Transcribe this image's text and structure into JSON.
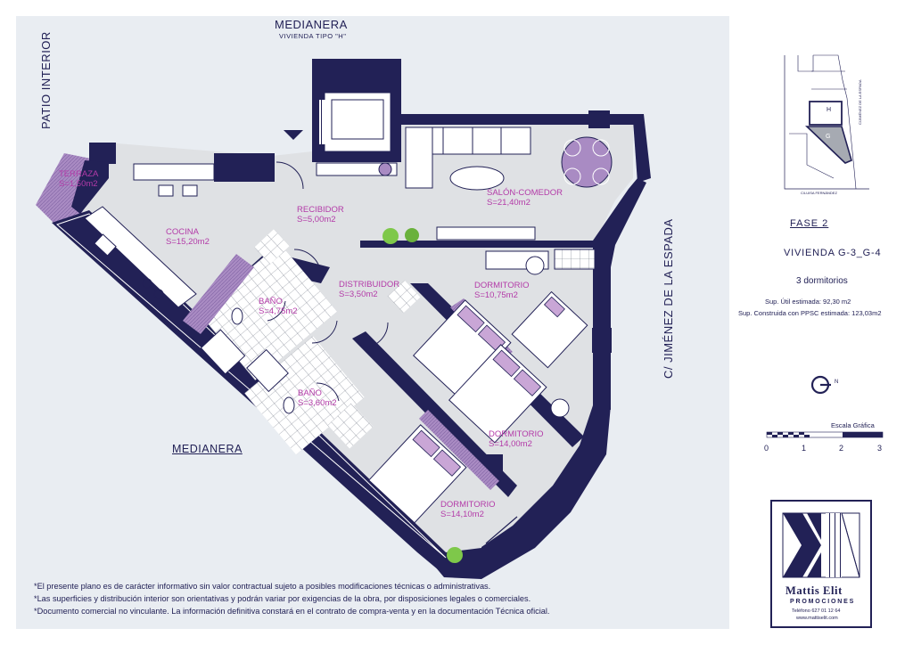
{
  "labels": {
    "medianera_top": "MEDIANERA",
    "vivienda_tipo": "VIVIENDA TIPO \"H\"",
    "patio_interior": "PATIO INTERIOR",
    "street": "C/ JIMÉNEZ DE LA ESPADA",
    "medianera_bottom": "MEDIANERA"
  },
  "rooms": [
    {
      "name": "TERRAZA",
      "area": "S=1,50m2"
    },
    {
      "name": "COCINA",
      "area": "S=15,20m2"
    },
    {
      "name": "RECIBIDOR",
      "area": "S=5,00m2"
    },
    {
      "name": "SALÓN-COMEDOR",
      "area": "S=21,40m2"
    },
    {
      "name": "DISTRIBUIDOR",
      "area": "S=3,50m2"
    },
    {
      "name": "BAÑO",
      "area": "S=4,75m2"
    },
    {
      "name": "DORMITORIO",
      "area": "S=10,75m2"
    },
    {
      "name": "BAÑO",
      "area": "S=3,60m2"
    },
    {
      "name": "DORMITORIO",
      "area": "S=14,00m2"
    },
    {
      "name": "DORMITORIO",
      "area": "S=14,10m2"
    }
  ],
  "key_plan": {
    "letter_h": "H",
    "letter_g": "G",
    "street_right": "C/JIMÉNEZ DE LA ESPADA",
    "street_bottom": "C/LUISA FERNÁNDEZ"
  },
  "info": {
    "phase": "FASE 2",
    "unit": "VIVIENDA G-3_G-4",
    "bedrooms": "3 dormitorios",
    "sup_util": "Sup. Útil estimada: 92,30 m2",
    "sup_construida": "Sup. Construida con PPSC estimada: 123,03m2"
  },
  "north": "N",
  "scale": {
    "title": "Escala Gráfica",
    "ticks": [
      "0",
      "1",
      "2",
      "3"
    ]
  },
  "logo": {
    "name": "Mattis Elit",
    "sub": "PROMOCIONES",
    "phone": "Teléfono 627 01 12 64",
    "web": "www.mattiselit.com"
  },
  "notes": [
    "*El presente plano es de carácter informativo sin valor contractual sujeto a posibles modificaciones técnicas o administrativas.",
    "*Las superficies y distribución interior son orientativas y podrán variar por exigencias de la obra, por disposiciones legales o comerciales.",
    "*Documento comercial no vinculante. La información definitiva constará en el contrato de compra-venta y en la documentación Técnica oficial."
  ],
  "colors": {
    "wall": "#222156",
    "label": "#b33ba8",
    "panel": "#e9edf2",
    "accent": "#a98bc3"
  }
}
